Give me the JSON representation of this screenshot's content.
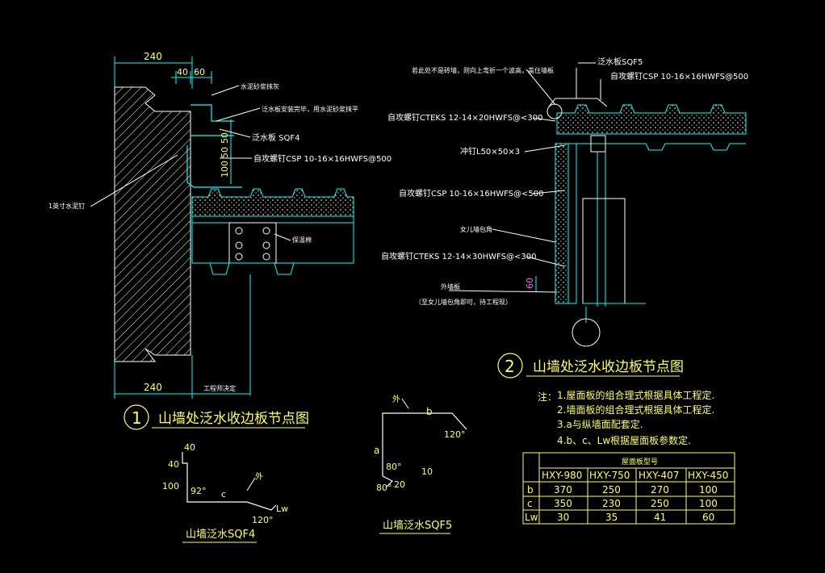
{
  "colors": {
    "background": "#000000",
    "cyan": "#00ffff",
    "white": "#ffffff",
    "yellow": "#ffff66",
    "magenta": "#ff66ff",
    "green": "#66ff66"
  },
  "detail1": {
    "dim_top_240": "240",
    "dim_40": "40",
    "dim_60": "60",
    "dim_50a": "50",
    "dim_50b": "50",
    "dim_100": "100",
    "dim_bottom_240": "240",
    "note_cement": "水泥砂浆抹灰",
    "note_flash": "泛水板安装完毕，用水泥砂浆抹平",
    "label_sqf4": "泛水板 SQF4",
    "label_csp": "自攻螺钉CSP 10-16×16HWFS@500",
    "label_nail": "1英寸水泥钉",
    "label_insul": "保温棉",
    "label_engineer": "工程师决定",
    "title_num": "1",
    "title": "山墙处泛水收边板节点图"
  },
  "detail2": {
    "note_top": "若此处不是砖墙，则向上弯折一个波高，盖住墙板",
    "label_sqf5": "泛水板SQF5",
    "label_csp_top": "自攻螺钉CSP 10-16×16HWFS@500",
    "label_cteks1": "自攻螺钉CTEKS 12-14×20HWFS@<300",
    "label_angle": "冲钉L50×50×3",
    "label_csp_side": "自攻螺钉CSP 10-16×16HWFS@<500",
    "label_parapet": "女儿墙包角",
    "label_cteks2": "自攻螺钉CTEKS 12-14×30HWFS@<300",
    "label_outer": "外墙板",
    "label_outer2": "（至女儿墙包角即可，待工程现）",
    "dim_60": "60",
    "title_num": "2",
    "title": "山墙处泛水收边板节点图"
  },
  "sqf4": {
    "d40a": "40",
    "d40b": "40",
    "d100": "100",
    "angle92": "92°",
    "c": "c",
    "outer": "外",
    "lw": "Lw",
    "angle120": "120°",
    "title": "山墙泛水SQF4"
  },
  "sqf5": {
    "outer": "外",
    "b": "b",
    "angle120": "120°",
    "a": "a",
    "angle80a": "80°",
    "d10": "10",
    "angle80b": "80°",
    "d20": "20",
    "title": "山墙泛水SQF5"
  },
  "notes": {
    "head": "注：",
    "n1": "1.屋面板的组合理式根据具体工程定.",
    "n2": "2.墙面板的组合理式根据具体工程定.",
    "n3": "3.a与纵墙面配套定.",
    "n4": "4.b、c、Lw根据屋面板参数定."
  },
  "table": {
    "header": "屋面板型号",
    "columns": [
      "HXY-980",
      "HXY-750",
      "HXY-407",
      "HXY-450"
    ],
    "rows": [
      {
        "label": "b",
        "values": [
          "370",
          "250",
          "270",
          "100"
        ]
      },
      {
        "label": "c",
        "values": [
          "350",
          "230",
          "250",
          "100"
        ]
      },
      {
        "label": "Lw",
        "values": [
          "30",
          "35",
          "41",
          "60"
        ]
      }
    ]
  }
}
